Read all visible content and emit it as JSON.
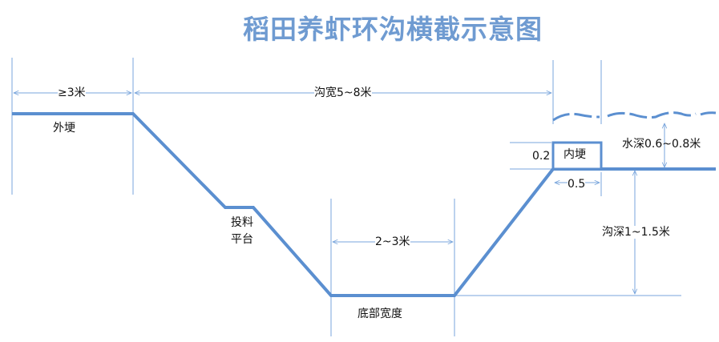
{
  "title": "稻田养虾环沟横截示意图",
  "labels": {
    "outer_width": "≥3米",
    "ditch_width": "沟宽5~8米",
    "outer_ridge": "外埂",
    "feeding_platform_1": "投料",
    "feeding_platform_2": "平台",
    "bottom_span": "2~3米",
    "bottom_width": "底部宽度",
    "inner_ridge": "内埂",
    "inner_height": "0.2",
    "inner_width": "0.5",
    "water_depth": "水深0.6~0.8米",
    "ditch_depth": "沟深1~1.5米"
  },
  "colors": {
    "profile": "#5b8fd0",
    "title": "#6f9bd1",
    "guide": "#7aa6dc"
  }
}
